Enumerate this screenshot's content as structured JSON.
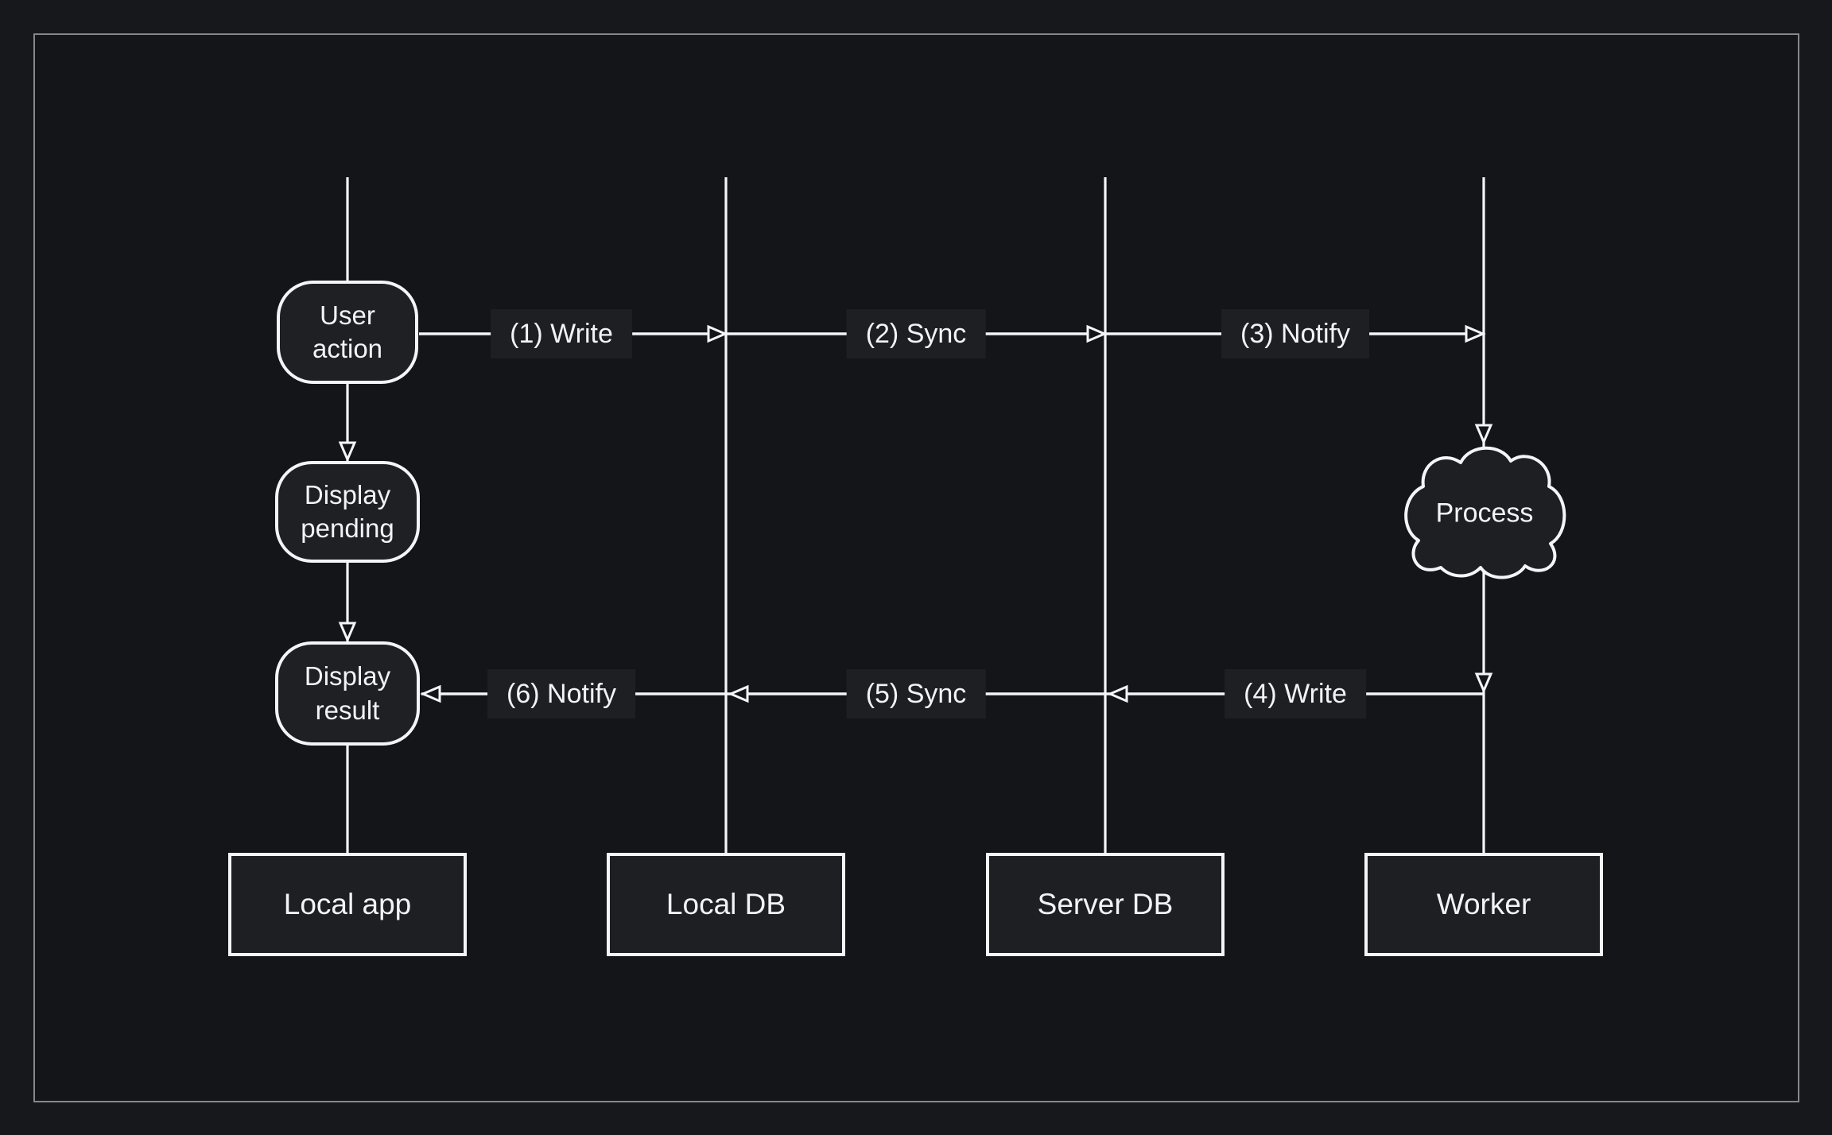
{
  "window": {
    "outer_background": "#17181b",
    "inner_background": "#141519",
    "frame_border_color": "#85878b"
  },
  "diagram": {
    "stroke_color": "#f4f5f7",
    "node_fill": "#1e2024",
    "chip_fill": "#1e1f23",
    "nodes": {
      "user_action": "User action",
      "display_pending": "Display pending",
      "display_result": "Display result",
      "process": "Process"
    },
    "lanes": [
      {
        "label": "Local app"
      },
      {
        "label": "Local DB"
      },
      {
        "label": "Server DB"
      },
      {
        "label": "Worker"
      }
    ],
    "edges": {
      "e1": "(1) Write",
      "e2": "(2) Sync",
      "e3": "(3) Notify",
      "e4": "(4) Write",
      "e5": "(5) Sync",
      "e6": "(6) Notify"
    }
  }
}
